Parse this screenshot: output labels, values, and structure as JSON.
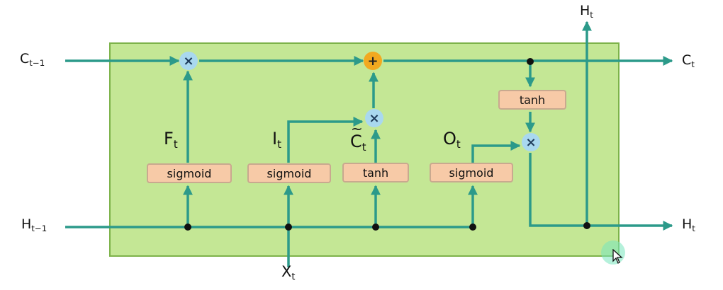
{
  "inputs": {
    "c_prev": {
      "base": "C",
      "sub": "t−1"
    },
    "h_prev": {
      "base": "H",
      "sub": "t−1"
    },
    "x_t": {
      "base": "X",
      "sub": "t"
    }
  },
  "outputs": {
    "c_t": {
      "base": "C",
      "sub": "t"
    },
    "h_t_right": {
      "base": "H",
      "sub": "t"
    },
    "h_t_top": {
      "base": "H",
      "sub": "t"
    }
  },
  "gate_labels": {
    "forget": {
      "base": "F",
      "sub": "t"
    },
    "input": {
      "base": "I",
      "sub": "t"
    },
    "candidate": {
      "base": "C",
      "sub": "t",
      "accent": "~"
    },
    "output": {
      "base": "O",
      "sub": "t"
    }
  },
  "boxes": {
    "forget_gate": "sigmoid",
    "input_gate": "sigmoid",
    "candidate": "tanh",
    "output_gate": "sigmoid",
    "cell_tanh": "tanh"
  },
  "operators": {
    "multiply": "×",
    "add": "+"
  },
  "colors": {
    "cell_fill": "#c4e795",
    "cell_border": "#7db34a",
    "line": "#2c9a8a",
    "gate_fill": "#f7caa7",
    "multiply_fill": "#a9d8ef",
    "add_fill": "#f2a91f"
  }
}
